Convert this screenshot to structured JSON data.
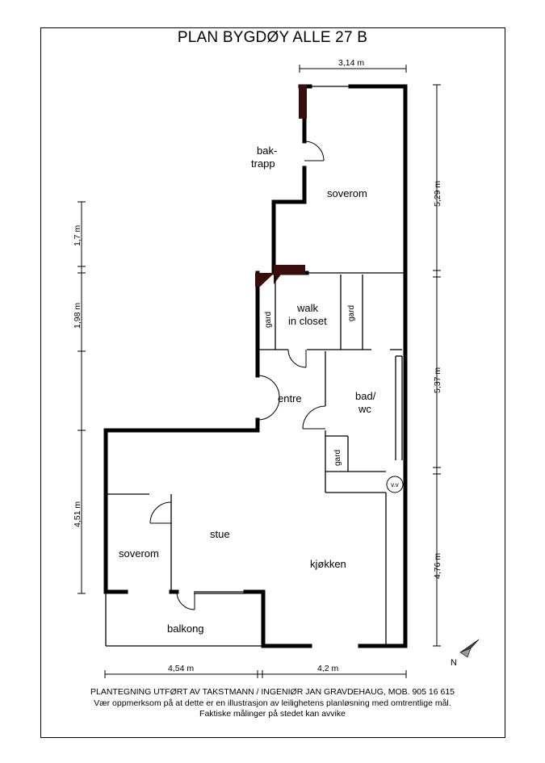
{
  "title": "PLAN BYGDØY ALLE 27 B",
  "rooms": {
    "baktrapp_1": "bak-",
    "baktrapp_2": "trapp",
    "soverom_top": "soverom",
    "walk_1": "walk",
    "walk_2": "in closet",
    "gard_left": "gard",
    "gard_right": "gard",
    "entre": "entre",
    "bad_1": "bad/",
    "bad_2": "wc",
    "gard_bath": "gard",
    "vv": "v.v",
    "stue": "stue",
    "soverom_left": "soverom",
    "kjokken": "kjøkken",
    "balkong": "balkong"
  },
  "dimensions": {
    "top": "3,14 m",
    "right_upper": "5,29 m",
    "right_middle": "5,37 m",
    "right_lower": "4,76 m",
    "left_1": "1,7 m",
    "left_2": "1,98 m",
    "left_3": "4,51 m",
    "bottom_left": "4,54 m",
    "bottom_right": "4,2 m"
  },
  "compass": "N",
  "footer": {
    "line1": "PLANTEGNING UTFØRT AV TAKSTMANN / INGENIØR JAN GRAVDEHAUG, MOB. 905 16 615",
    "line2": "Vær oppmerksom på at dette er en illustrasjon av leilighetens planløsning med omtrentlige mål.",
    "line3": "Faktiske målinger på stedet kan avvike"
  }
}
